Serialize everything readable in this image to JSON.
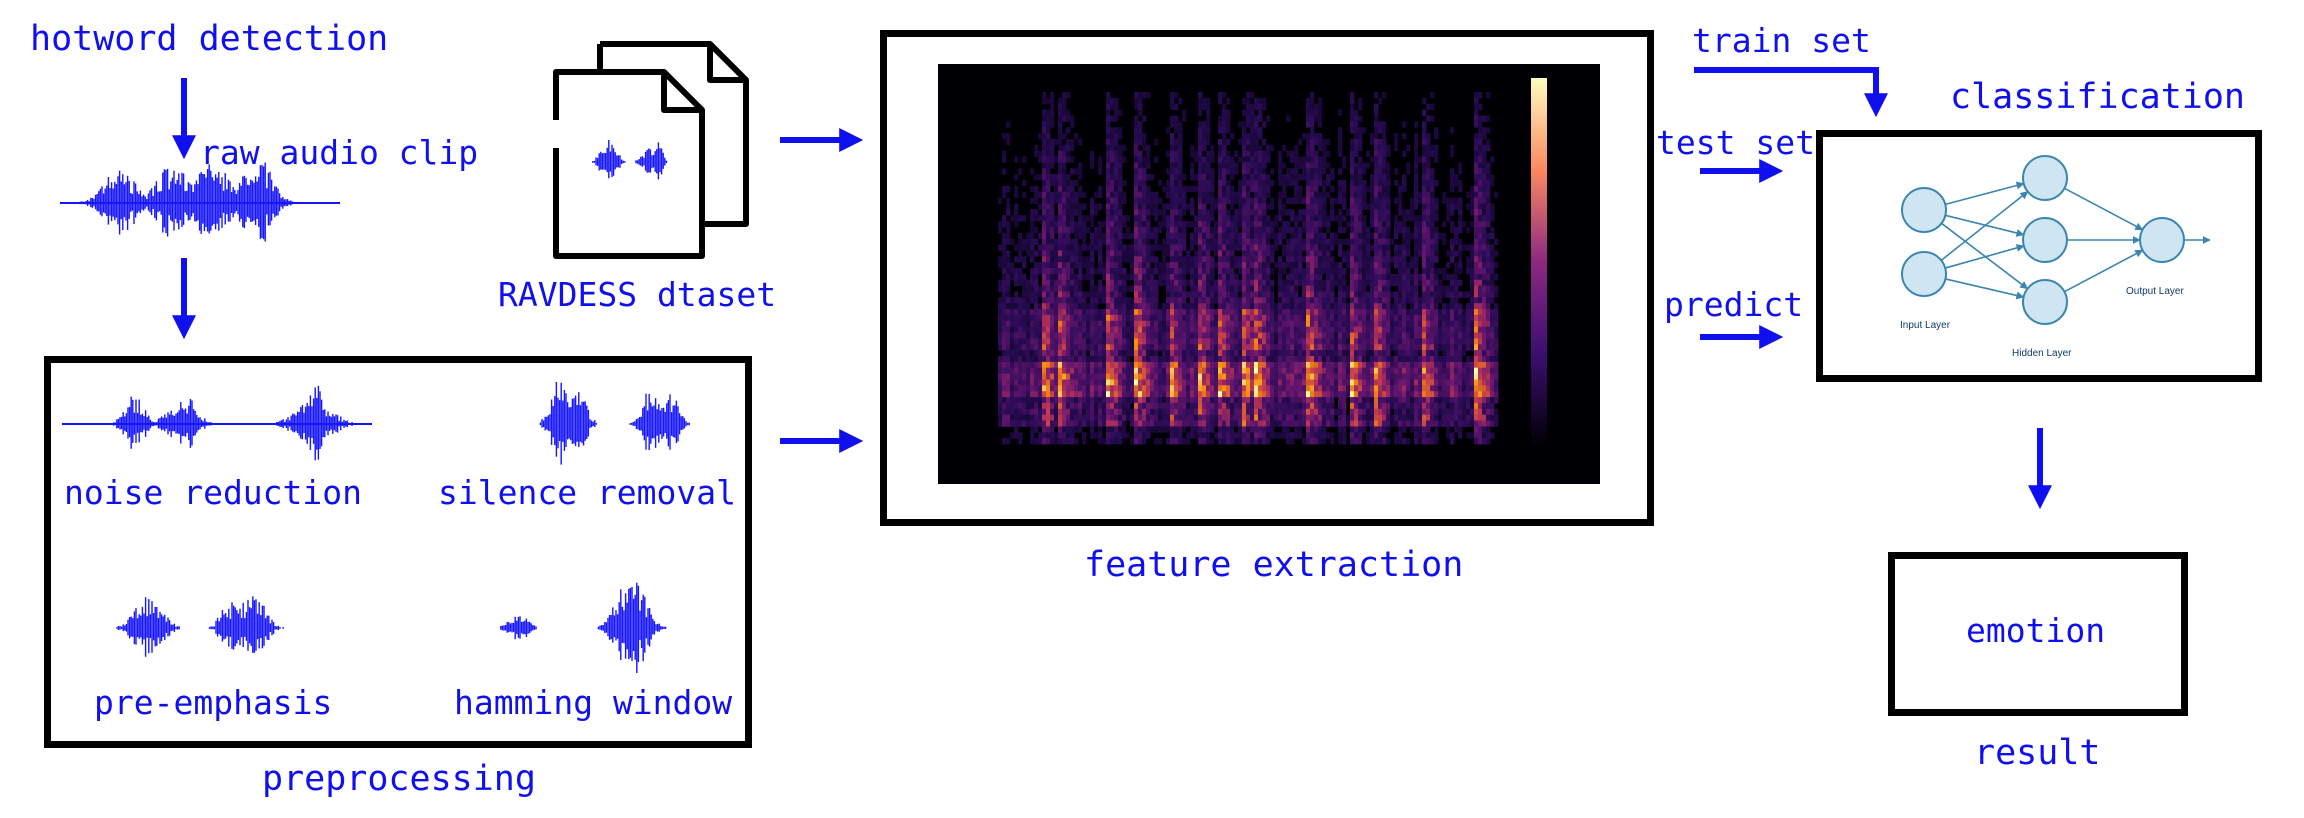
{
  "colors": {
    "accent": "#1010ee",
    "box_border": "#000000",
    "waveform": "#1515ff",
    "spectrogram_bg": "#000004",
    "node_fill": "#cfe6f2",
    "node_stroke": "#3b86b0"
  },
  "labels": {
    "hotword": "hotword detection",
    "raw_clip": "raw audio clip",
    "dataset": "RAVDESS dtaset",
    "feature_extraction": "feature extraction",
    "train_set": "train set",
    "test_set": "test set",
    "predict": "predict",
    "classification": "classification",
    "emotion": "emotion",
    "result": "result",
    "preprocessing": "preprocessing",
    "noise_reduction": "noise reduction",
    "silence_removal": "silence removal",
    "pre_emphasis": "pre-emphasis",
    "hamming_window": "hamming window"
  },
  "network": {
    "input_layer": "Input Layer",
    "hidden_layer": "Hidden Layer",
    "output_layer": "Output Layer"
  },
  "icons": [
    "document-stack-icon",
    "waveform-icon",
    "spectrogram-image",
    "neural-network-diagram",
    "arrow-icon"
  ]
}
